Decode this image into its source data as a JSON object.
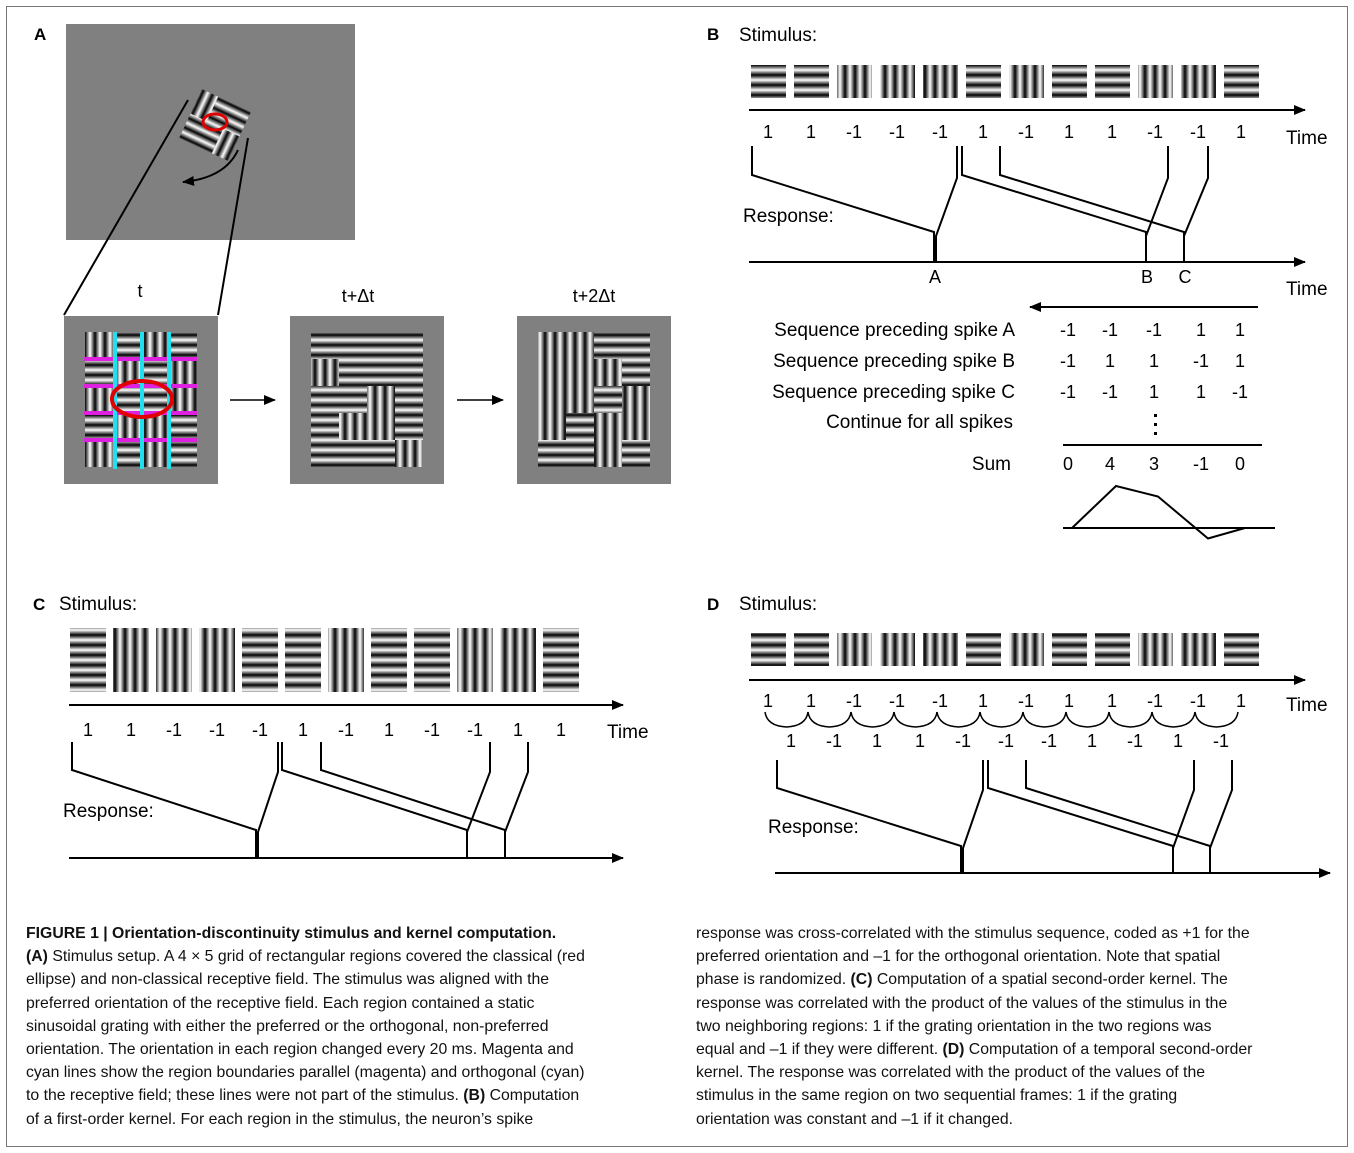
{
  "panels": {
    "A": {
      "letter": "A",
      "frame_labels": [
        "t",
        "t+Δt",
        "t+2Δt"
      ]
    },
    "B": {
      "letter": "B",
      "stimulus_label": "Stimulus:",
      "frames": [
        "h",
        "h",
        "v",
        "v",
        "v",
        "h",
        "v",
        "h",
        "h",
        "v",
        "v",
        "h"
      ],
      "values": [
        "1",
        "1",
        "-1",
        "-1",
        "-1",
        "1",
        "-1",
        "1",
        "1",
        "-1",
        "-1",
        "1"
      ],
      "time_label": "Time",
      "response_label": "Response:",
      "spikes": [
        "A",
        "B",
        "C"
      ],
      "sequences": [
        {
          "label": "Sequence preceding spike A",
          "values": [
            "-1",
            "-1",
            "-1",
            "1",
            "1"
          ]
        },
        {
          "label": "Sequence preceding spike B",
          "values": [
            "-1",
            "1",
            "1",
            "-1",
            "1"
          ]
        },
        {
          "label": "Sequence preceding spike C",
          "values": [
            "-1",
            "-1",
            "1",
            "1",
            "-1"
          ]
        }
      ],
      "continue_label": "Continue for all spikes",
      "sum_label": "Sum",
      "sum_values": [
        "0",
        "4",
        "3",
        "-1",
        "0"
      ]
    },
    "C": {
      "letter": "C",
      "stimulus_label": "Stimulus:",
      "values": [
        "1",
        "1",
        "-1",
        "-1",
        "-1",
        "1",
        "-1",
        "1",
        "-1",
        "-1",
        "1",
        "1"
      ],
      "time_label": "Time",
      "response_label": "Response:"
    },
    "D": {
      "letter": "D",
      "stimulus_label": "Stimulus:",
      "frames": [
        "h",
        "h",
        "v",
        "v",
        "v",
        "h",
        "v",
        "h",
        "h",
        "v",
        "v",
        "h"
      ],
      "values": [
        "1",
        "1",
        "-1",
        "-1",
        "-1",
        "1",
        "-1",
        "1",
        "1",
        "-1",
        "-1",
        "1"
      ],
      "products": [
        "1",
        "-1",
        "1",
        "1",
        "-1",
        "-1",
        "-1",
        "1",
        "-1",
        "1",
        "-1"
      ],
      "time_label": "Time",
      "response_label": "Response:"
    }
  },
  "caption": {
    "left_lines": [
      [
        {
          "b": true,
          "t": "FIGURE 1 | Orientation-discontinuity stimulus and kernel computation."
        }
      ],
      [
        {
          "b": true,
          "t": "(A)"
        },
        {
          "b": false,
          "t": " Stimulus setup. A 4 × 5 grid of rectangular regions covered the classical (red"
        }
      ],
      [
        {
          "b": false,
          "t": "ellipse) and non-classical receptive field. The stimulus was aligned with the"
        }
      ],
      [
        {
          "b": false,
          "t": "preferred orientation of the receptive field. Each region contained a static"
        }
      ],
      [
        {
          "b": false,
          "t": "sinusoidal grating with either the preferred or the orthogonal, non-preferred"
        }
      ],
      [
        {
          "b": false,
          "t": "orientation. The orientation in each region changed every 20 ms. Magenta and"
        }
      ],
      [
        {
          "b": false,
          "t": "cyan lines show the region boundaries parallel (magenta) and orthogonal (cyan)"
        }
      ],
      [
        {
          "b": false,
          "t": "to the receptive field; these lines were not part of the stimulus. "
        },
        {
          "b": true,
          "t": "(B)"
        },
        {
          "b": false,
          "t": " Computation"
        }
      ],
      [
        {
          "b": false,
          "t": "of a first-order kernel. For each region in the stimulus, the neuron’s spike"
        }
      ]
    ],
    "right_lines": [
      [
        {
          "b": false,
          "t": "response was cross-correlated with the stimulus sequence, coded as +1 for the"
        }
      ],
      [
        {
          "b": false,
          "t": "preferred orientation and –1 for the orthogonal orientation. Note that spatial"
        }
      ],
      [
        {
          "b": false,
          "t": "phase is randomized. "
        },
        {
          "b": true,
          "t": "(C)"
        },
        {
          "b": false,
          "t": " Computation of a spatial second-order kernel. The"
        }
      ],
      [
        {
          "b": false,
          "t": "response was correlated with the product of the values of the stimulus in the"
        }
      ],
      [
        {
          "b": false,
          "t": "two neighboring regions: 1 if the grating orientation in the two regions was"
        }
      ],
      [
        {
          "b": false,
          "t": "equal and –1 if they were different. "
        },
        {
          "b": true,
          "t": "(D)"
        },
        {
          "b": false,
          "t": " Computation of a temporal second-order"
        }
      ],
      [
        {
          "b": false,
          "t": "kernel. The response was correlated with the product of the values of the"
        }
      ],
      [
        {
          "b": false,
          "t": "stimulus in the same region on two sequential frames: 1 if the grating"
        }
      ],
      [
        {
          "b": false,
          "t": "orientation was constant and –1 if it changed."
        }
      ]
    ]
  }
}
